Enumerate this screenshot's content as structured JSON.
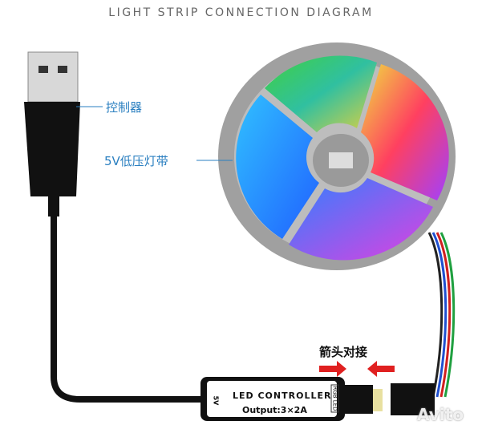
{
  "title": "LIGHT STRIP CONNECTION DIAGRAM",
  "labels": {
    "controller": "控制器",
    "strip": "5V低压灯带",
    "arrow_join": "箭头对接"
  },
  "controller": {
    "name": "LED CONTROLLER",
    "output": "Output:3×2A",
    "voltage": "5V",
    "port_label": "RGB LED"
  },
  "watermark": "Avito",
  "colors": {
    "label_blue": "#2a7fc0",
    "arrow_red": "#e02020",
    "reel_gray": "#9a9a9a"
  }
}
